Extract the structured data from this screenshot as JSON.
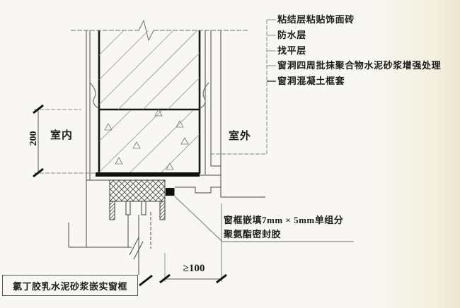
{
  "drawing_type": "window-frame-installation-section-detail",
  "colors": {
    "paper": "#f8f7f3",
    "ink": "#1a1a1a",
    "hatch": "#8f8f8f"
  },
  "labels": {
    "layers": [
      "粘结层粘贴饰面砖",
      "防水层",
      "找平层",
      "窗洞四周批抹聚合物水泥砂浆增强处理",
      "窗洞混凝土框套"
    ],
    "sealant_line1": "窗框嵌填7mm × 5mm单组分",
    "sealant_line2": "聚氨酯密封胶",
    "frame_bedding": "氯丁胶乳水泥砂浆嵌实窗框",
    "indoor": "室内",
    "outdoor": "室外"
  },
  "dimensions": {
    "vertical": "200",
    "horizontal": "≥100"
  }
}
